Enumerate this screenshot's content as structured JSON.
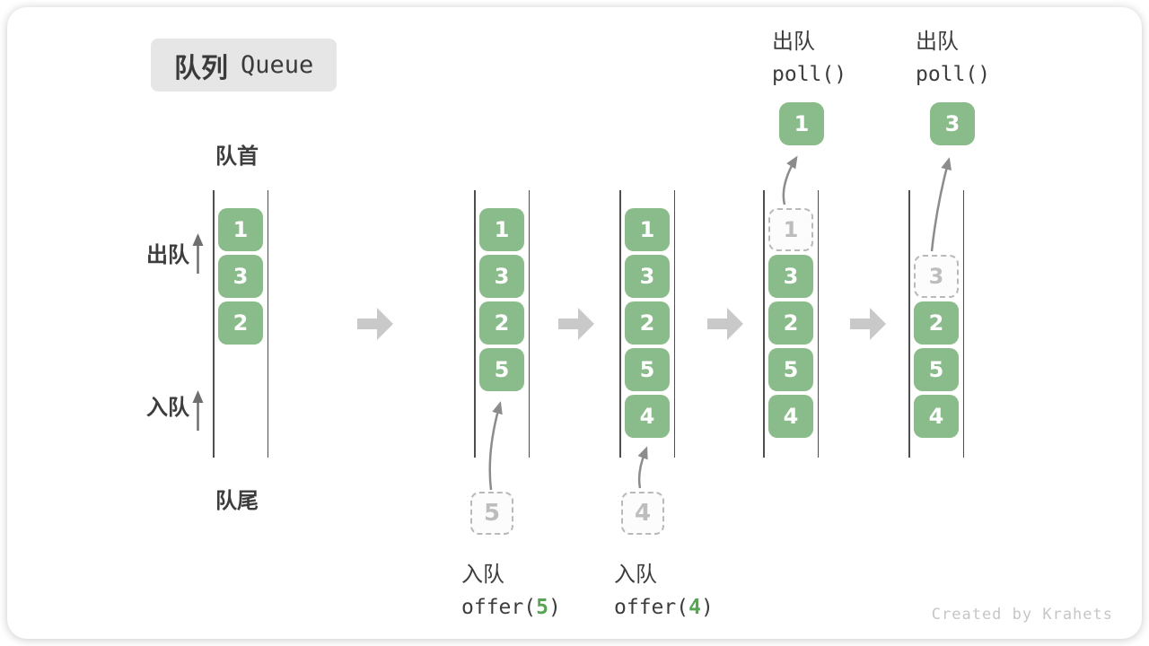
{
  "title": {
    "zh": "队列",
    "en": "Queue"
  },
  "labels": {
    "front": "队首",
    "rear": "队尾",
    "dequeue": "出队",
    "enqueue": "入队"
  },
  "watermark": "Created by Krahets",
  "colors": {
    "box_green": "#8ABB8A",
    "code_arg_green": "#55A555",
    "ghost_gray": "#BDBDBD",
    "curve_arrow_gray": "#8C8C8C",
    "block_arrow_gray": "#C9C9C9",
    "text_dark": "#3C3C3C",
    "badge_bg": "#E6E6E6"
  },
  "stages": [
    {
      "slots": [
        "1",
        "3",
        "2"
      ]
    },
    {
      "slots": [
        "1",
        "3",
        "2",
        "5"
      ],
      "staged": "5",
      "op": {
        "label": "入队",
        "fn": "offer(",
        "arg": "5",
        "close": ")"
      }
    },
    {
      "slots": [
        "1",
        "3",
        "2",
        "5",
        "4"
      ],
      "staged": "4",
      "op": {
        "label": "入队",
        "fn": "offer(",
        "arg": "4",
        "close": ")"
      }
    },
    {
      "ghost": "1",
      "slots": [
        "3",
        "2",
        "5",
        "4"
      ],
      "popped": "1",
      "op": {
        "label": "出队",
        "code": "poll()"
      }
    },
    {
      "ghost": "3",
      "slots": [
        "2",
        "5",
        "4"
      ],
      "popped": "3",
      "op": {
        "label": "出队",
        "code": "poll()"
      }
    }
  ]
}
